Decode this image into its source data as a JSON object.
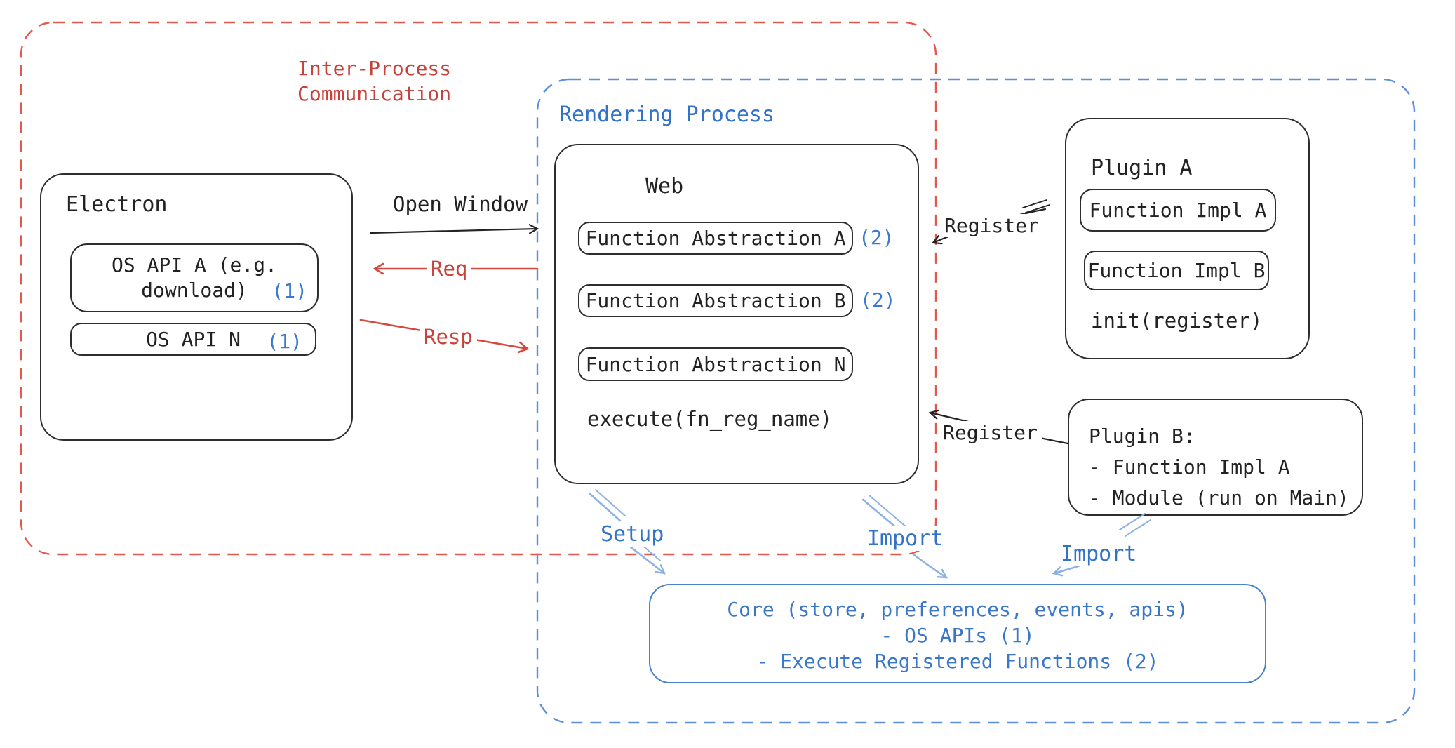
{
  "colors": {
    "ink": "#222222",
    "border": "#2e2e2e",
    "red": "#c7423a",
    "red_dash": "#e05a4f",
    "red_arrow": "#d5493f",
    "blue": "#3273c8",
    "blue_badge": "#3b79d1",
    "blue_dash": "#5c90d8",
    "blue_arrow": "#8db1e4",
    "core_border": "#4a82ca",
    "core_text": "#3a77c9"
  },
  "ipc": {
    "label": "Inter-Process\nCommunication"
  },
  "rendering": {
    "label": "Rendering Process"
  },
  "electron": {
    "title": "Electron",
    "os_api_a": {
      "text": "OS API A (e.g.\ndownload)",
      "badge": "(1)"
    },
    "os_api_n": {
      "text": "OS API N",
      "badge": "(1)"
    }
  },
  "web": {
    "title": "Web",
    "fa_a": {
      "text": "Function Abstraction A",
      "badge": "(2)"
    },
    "fa_b": {
      "text": "Function Abstraction B",
      "badge": "(2)"
    },
    "fa_n": {
      "text": "Function Abstraction N"
    },
    "execute": "execute(fn_reg_name)"
  },
  "plugin_a": {
    "title": "Plugin A",
    "impl_a": "Function Impl A",
    "impl_b": "Function Impl B",
    "init": "init(register)"
  },
  "plugin_b": {
    "title": "Plugin B:",
    "item1": "- Function Impl A",
    "item2": "- Module (run on Main)"
  },
  "core": {
    "line1": "Core (store, preferences, events, apis)",
    "line2": "- OS APIs (1)",
    "line3": "- Execute Registered Functions (2)"
  },
  "arrows": {
    "open_window": "Open Window",
    "req": "Req",
    "resp": "Resp",
    "register_a": "Register",
    "register_b": "Register",
    "setup": "Setup",
    "import_web": "Import",
    "import_plugin": "Import"
  }
}
